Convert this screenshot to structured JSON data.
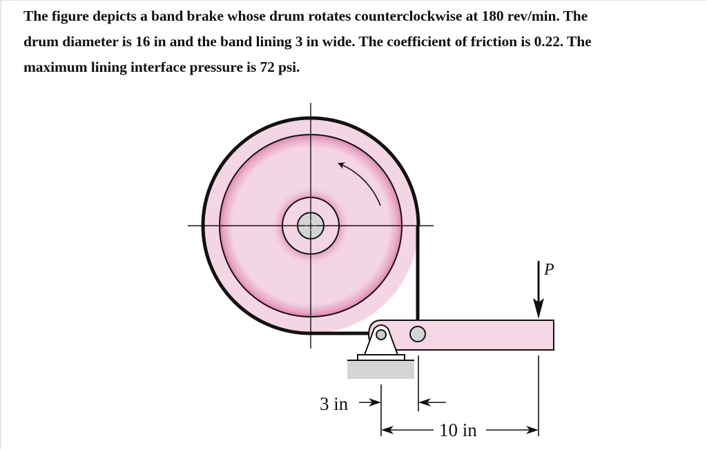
{
  "problem": {
    "lines": [
      "The figure depicts a band brake whose drum rotates counterclockwise at 180 rev/min. The",
      "drum diameter is 16 in and the band lining 3 in wide. The coefficient of friction is 0.22. The",
      "maximum lining interface pressure is 72 psi."
    ],
    "values": {
      "rotation_direction": "counterclockwise",
      "speed": "180 rev/min",
      "drum_diameter": "16 in",
      "band_width": "3 in",
      "coefficient_of_friction": "0.22",
      "max_pressure": "72 psi"
    }
  },
  "figure": {
    "force_label": "P",
    "dim_small_label": "3 in",
    "dim_large_label": "10 in",
    "colors": {
      "drum_fill": "#f3d5e3",
      "drum_shade": "#e08ab3",
      "lever_fill": "#f4d6e4",
      "pin_fill": "#d3d4d6",
      "ground_fill": "#d3d4d6",
      "line": "#111111"
    },
    "icons": [
      "rotation-arrow-icon",
      "force-arrow-icon",
      "pivot-pin-icon",
      "ground-hatch-icon"
    ]
  }
}
